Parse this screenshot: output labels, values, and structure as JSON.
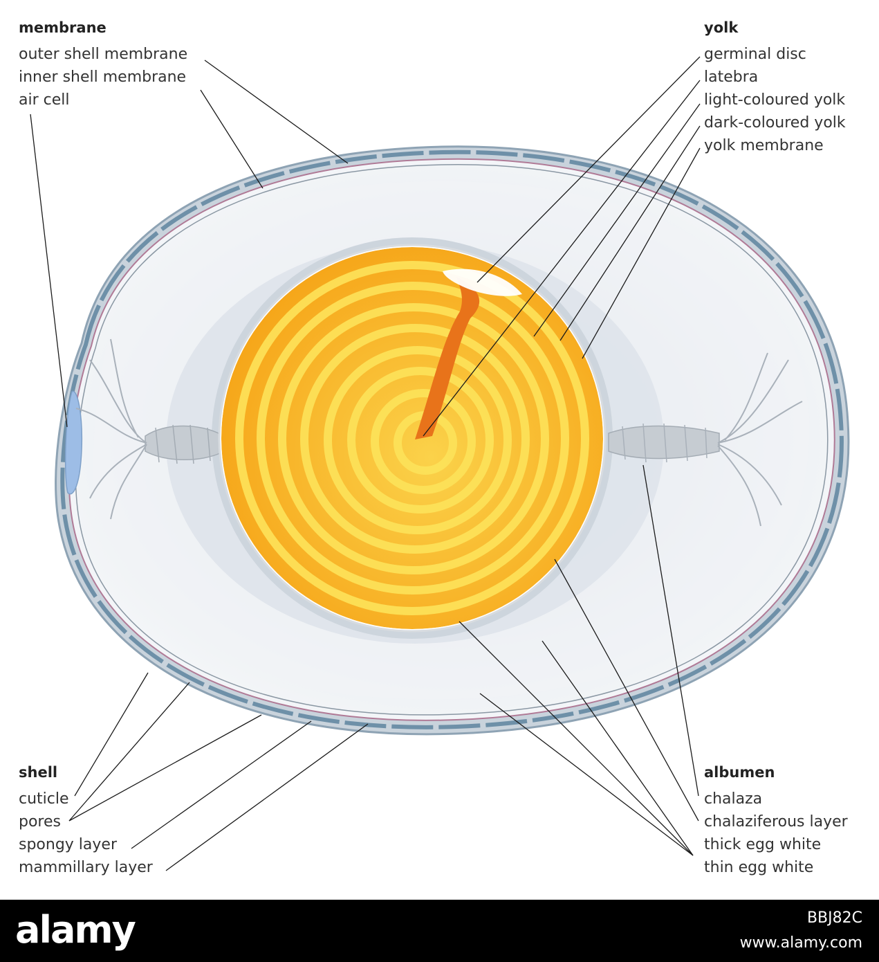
{
  "membrane": {
    "title": "membrane",
    "items": [
      "outer shell membrane",
      "inner shell membrane",
      "air cell"
    ]
  },
  "yolk": {
    "title": "yolk",
    "items": [
      "germinal disc",
      "latebra",
      "light-coloured yolk",
      "dark-coloured yolk",
      "yolk membrane"
    ]
  },
  "shell": {
    "title": "shell",
    "items": [
      "cuticle",
      "pores",
      "spongy layer",
      "mammillary layer"
    ]
  },
  "albumen": {
    "title": "albumen",
    "items": [
      "chalaza",
      "chalaziferous layer",
      "thick egg white",
      "thin egg white"
    ]
  },
  "footer": {
    "brand": "alamy",
    "code": "BBJ82C",
    "url": "www.alamy.com"
  },
  "colors": {
    "yolk_light": "#fde35a",
    "yolk_dark": "#f7a81e",
    "latebra": "#e8731a",
    "albumen": "#eef1f5",
    "shell": "#6e90a8",
    "air_cell": "#9dbde6"
  }
}
